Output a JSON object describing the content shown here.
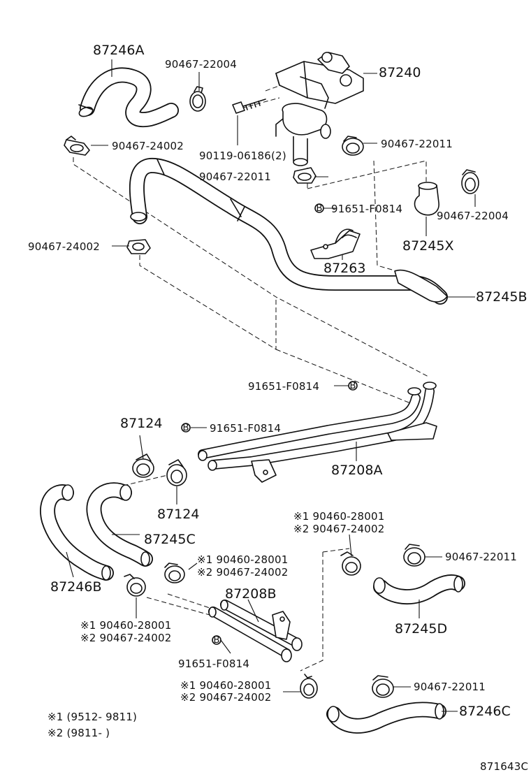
{
  "labels": {
    "p87246A": "87246A",
    "p9046722004_top": "90467-22004",
    "p87240": "87240",
    "p9046724002_a": "90467-24002",
    "p9011906186": "90119-06186(2)",
    "p9046722011_a": "90467-22011",
    "p9046722011_b": "90467-22011",
    "p9165_a": "91651-F0814",
    "p9046722004_b": "90467-22004",
    "p87245X": "87245X",
    "p9046724002_b": "90467-24002",
    "p87263": "87263",
    "p87245B": "87245B",
    "p9165_b": "91651-F0814",
    "p87124_a": "87124",
    "p9165_c": "91651-F0814",
    "p87208A": "87208A",
    "p87124_b": "87124",
    "p87245C": "87245C",
    "p87246B": "87246B",
    "m1_a": "※1 90460-28001",
    "m2_a": "※2 90467-24002",
    "m1_b": "※1 90460-28001",
    "m2_b": "※2 90467-24002",
    "p9046722011_c": "90467-22011",
    "p87208B": "87208B",
    "p87245D": "87245D",
    "m1_c": "※1 90460-28001",
    "m2_c": "※2 90467-24002",
    "p9165_d": "91651-F0814",
    "m1_d": "※1 90460-28001",
    "m2_d": "※2 90467-24002",
    "p9046722011_d": "90467-22011",
    "p87246C": "87246C",
    "note1": "※1 (9512- 9811)",
    "note2": "※2 (9811-       )",
    "figcode": "871643C",
    "bolt_mark": "B"
  }
}
